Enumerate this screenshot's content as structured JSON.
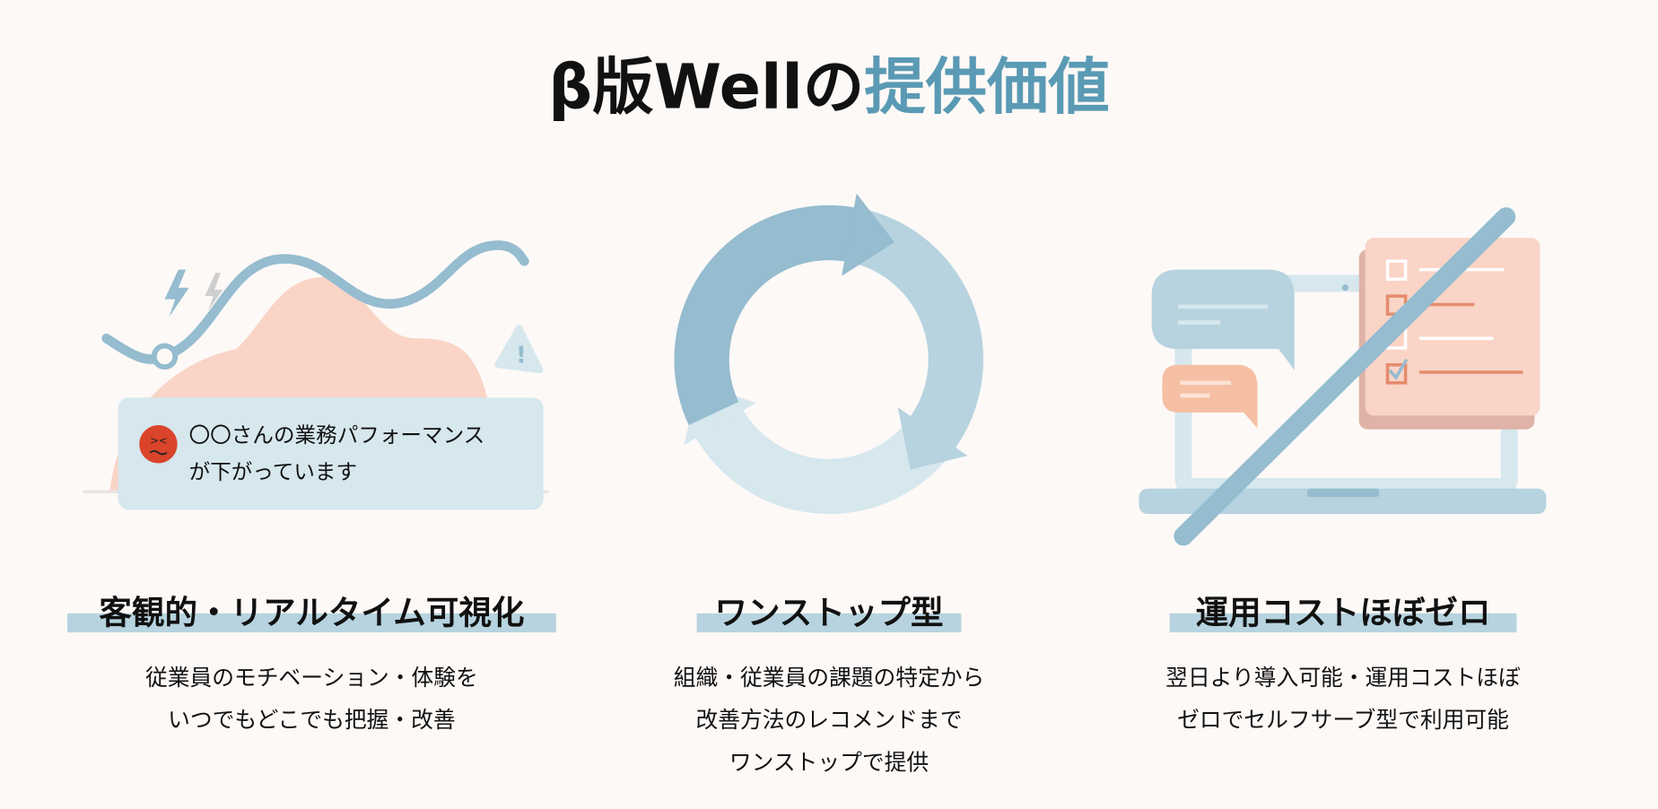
{
  "title": {
    "part1": "β版Wellの",
    "part2": "提供価値",
    "accent_color": "#5a9ab4"
  },
  "columns": [
    {
      "heading": "客観的・リアルタイム可視化",
      "lines": [
        "従業員のモチベーション・体験を",
        "いつでもどこでも把握・改善"
      ],
      "card_lines": [
        "〇〇さんの業務パフォーマンス",
        "が下がっています"
      ]
    },
    {
      "heading": "ワンストップ型",
      "lines": [
        "組織・従業員の課題の特定から",
        "改善方法のレコメンドまで",
        "ワンストップで提供"
      ]
    },
    {
      "heading": "運用コストほぼゼロ",
      "lines": [
        "翌日より導入可能・運用コストほぼ",
        "ゼロでセルフサーブ型で利用可能"
      ]
    }
  ],
  "colors": {
    "blue": "#95bccf",
    "pale_blue": "#b6d3df",
    "light_blue": "#d6e7ee",
    "peach": "#f9d4c7",
    "orange": "#e58c6c"
  }
}
